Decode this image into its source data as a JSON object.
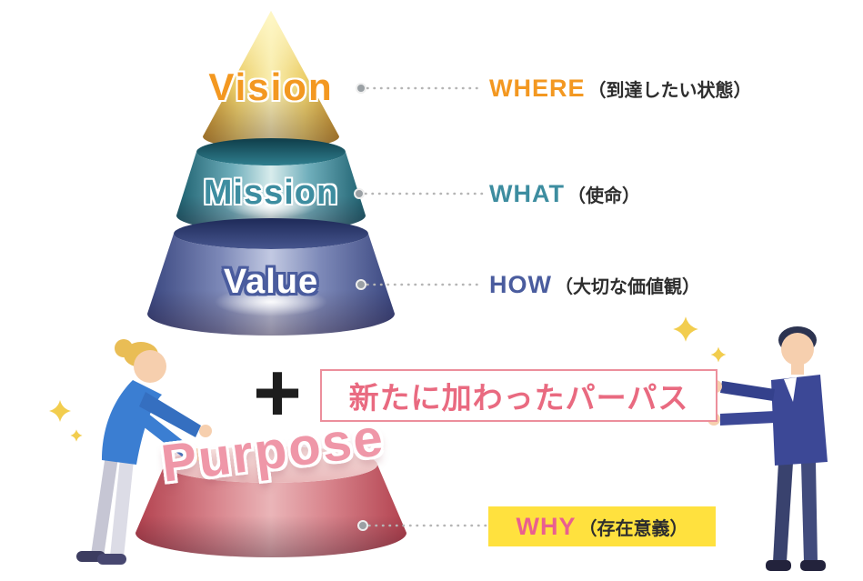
{
  "layers": [
    {
      "name": "Vision",
      "keyword": "WHERE",
      "note": "（到達したい状態）"
    },
    {
      "name": "Mission",
      "keyword": "WHAT",
      "note": "（使命）"
    },
    {
      "name": "Value",
      "keyword": "HOW",
      "note": "（大切な価値観）"
    },
    {
      "name": "Purpose",
      "keyword": "WHY",
      "note": "（存在意義）"
    }
  ],
  "plus": "+",
  "callout": "新たに加わったパーパス",
  "colors": {
    "vision_accent": "#f39821",
    "mission_accent": "#3d8da0",
    "value_accent": "#4a5c9e",
    "purpose_accent": "#ef97a8",
    "why_accent": "#ea5f8f",
    "highlight_yellow": "#ffe13e",
    "callout_pink": "#e96a80",
    "callout_border": "#ec8f9c"
  },
  "icons": {
    "sparkle": "✦",
    "connector_dot": "●"
  }
}
